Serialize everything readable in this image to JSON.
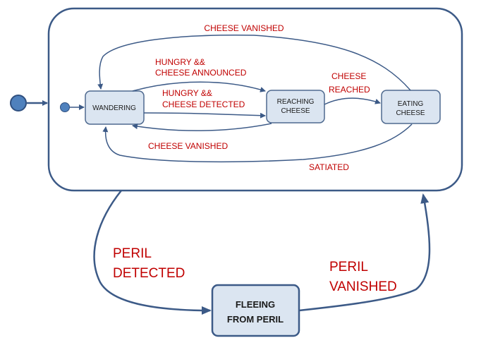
{
  "states": {
    "wandering": "WANDERING",
    "reaching_line1": "REACHING",
    "reaching_line2": "CHEESE",
    "eating_line1": "EATING",
    "eating_line2": "CHEESE",
    "fleeing_line1": "FLEEING",
    "fleeing_line2": "FROM PERIL"
  },
  "transitions": {
    "eating_to_wandering_top": "CHEESE VANISHED",
    "wandering_to_reaching_1_line1": "HUNGRY &&",
    "wandering_to_reaching_1_line2": "CHEESE ANNOUNCED",
    "wandering_to_reaching_2_line1": "HUNGRY &&",
    "wandering_to_reaching_2_line2": "CHEESE DETECTED",
    "reaching_to_eating_line1": "CHEESE",
    "reaching_to_eating_line2": "REACHED",
    "reaching_to_wandering": "CHEESE VANISHED",
    "eating_to_wandering_bottom": "SATIATED",
    "peril_detected_line1": "PERIL",
    "peril_detected_line2": "DETECTED",
    "peril_vanished_line1": "PERIL",
    "peril_vanished_line2": "VANISHED"
  },
  "colors": {
    "state_fill": "#dbe5f1",
    "state_stroke": "#4f6a8f",
    "arrow": "#3c5a87",
    "initial_dot": "#4f81bd",
    "label": "#c00000"
  }
}
